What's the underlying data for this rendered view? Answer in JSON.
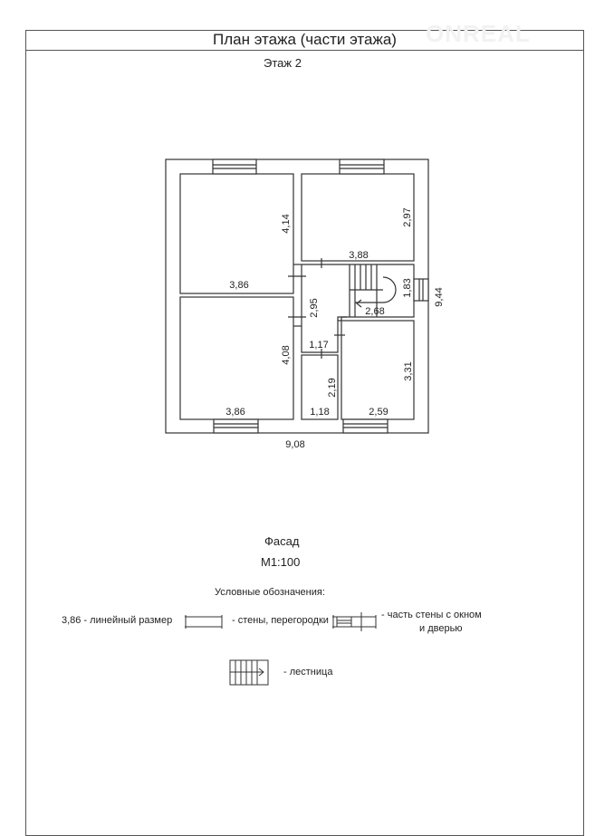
{
  "header": {
    "title": "План этажа (части этажа)",
    "floor": "Этаж 2"
  },
  "watermark": "ONREAL",
  "plan": {
    "dims": {
      "tl_height": "4,14",
      "tl_width": "3,86",
      "tr_height": "2,97",
      "tr_width": "3,88",
      "stair_height": "1,83",
      "stair_width": "2,68",
      "corridor_height": "2,95",
      "corridor_width": "1,17",
      "bl_height": "4,08",
      "bl_width": "3,86",
      "bath_height": "2,19",
      "bath_width": "1,18",
      "br_height": "3,31",
      "br_width": "2,59",
      "total_height": "9,44",
      "total_width": "9,08"
    }
  },
  "footer": {
    "facade": "Фасад",
    "scale": "М1:100"
  },
  "legend": {
    "title": "Условные обозначения:",
    "linear": "3,86 - линейный размер",
    "walls": "- стены, перегородки",
    "window_door_1": "- часть стены с окном",
    "window_door_2": "и дверью",
    "stairs": "- лестница"
  }
}
